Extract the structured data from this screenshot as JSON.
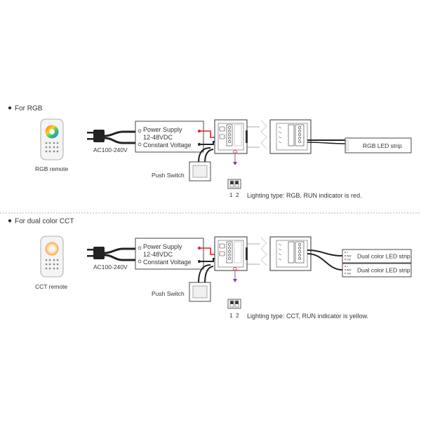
{
  "sections": [
    {
      "heading": "For RGB",
      "remote_label": "RGB remote",
      "ac_label": "AC100-240V",
      "psu_lines": [
        "Power Supply",
        "12-48VDC",
        "Constant Voltage"
      ],
      "push_switch": "Push Switch",
      "dip_labels": [
        "1",
        "2"
      ],
      "lighting_note": "Lighting type: RGB, RUN indicator is red.",
      "strips": [
        {
          "label": "RGB LED strip",
          "pins": []
        }
      ]
    },
    {
      "heading": "For dual color CCT",
      "remote_label": "CCT remote",
      "ac_label": "AC100-240V",
      "psu_lines": [
        "Power Supply",
        "12-48VDC",
        "Constant Voltage"
      ],
      "push_switch": "Push Switch",
      "dip_labels": [
        "1",
        "2"
      ],
      "lighting_note": "Lighting type: CCT, RUN indicator is yellow.",
      "strips": [
        {
          "label": "Dual color LED strip",
          "pins": [
            "+",
            "WW",
            "CW"
          ]
        },
        {
          "label": "Dual color LED strip",
          "pins": [
            "+",
            "WW",
            "CW"
          ]
        }
      ]
    }
  ],
  "colors": {
    "line": "#333333",
    "dc_positive": "#d9252a",
    "signal": "#8a3fa0"
  }
}
